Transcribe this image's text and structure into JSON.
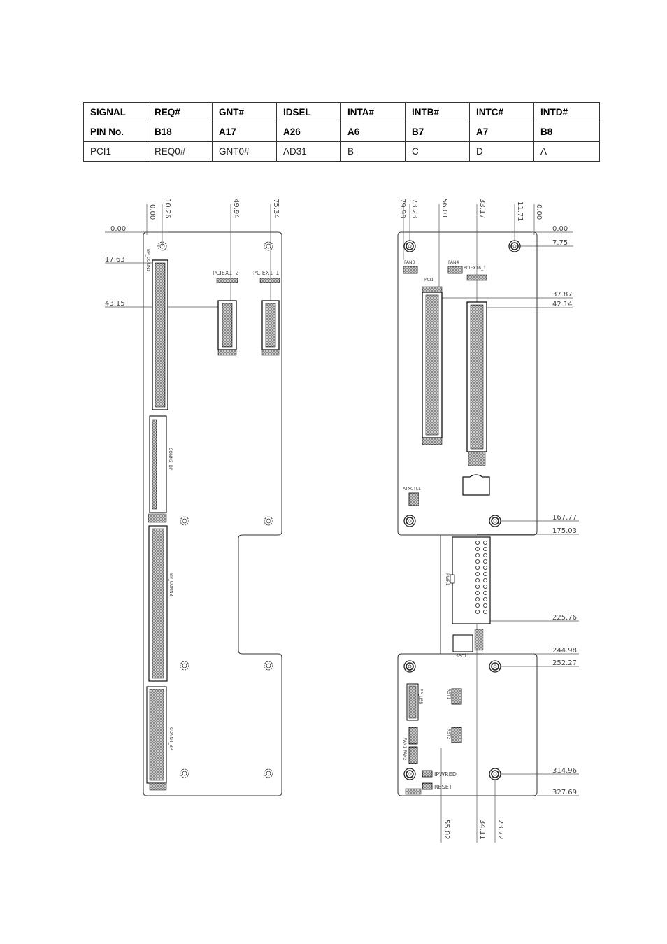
{
  "pin_table": {
    "header": [
      "SIGNAL",
      "REQ#",
      "GNT#",
      "IDSEL",
      "INTA#",
      "INTB#",
      "INTC#",
      "INTD#"
    ],
    "pin_no": [
      "PIN No.",
      "B18",
      "A17",
      "A26",
      "A6",
      "B7",
      "A7",
      "B8"
    ],
    "pci1": [
      "PCI1",
      "REQ0#",
      "GNT0#",
      "AD31",
      "B",
      "C",
      "D",
      "A"
    ]
  },
  "left_board": {
    "top_dims": [
      "0.00",
      "10.26",
      "49.94",
      "75.34"
    ],
    "side_dims": [
      "0.00",
      "17.63",
      "43.15"
    ],
    "labels": {
      "pciex1_2": "PCIEX1_2",
      "pciex1_1": "PCIEX1_1",
      "connector_1": "BP_CONN1",
      "connector_2": "CONN2_BP",
      "connector_3": "BP_CONN3",
      "connector_4": "CONN4_BP"
    }
  },
  "right_board": {
    "top_dims": [
      "79.98",
      "73.23",
      "56.01",
      "33.17",
      "11.71",
      "0.00"
    ],
    "right_dims": [
      "0.00",
      "7.75",
      "37.87",
      "42.14",
      "167.77",
      "175.03",
      "225.76",
      "244.98",
      "252.27",
      "314.96",
      "327.69"
    ],
    "bottom_dims": [
      "55.02",
      "34.11",
      "23.72"
    ],
    "labels": {
      "fan3": "FAN3",
      "fan4": "FAN4",
      "pciex16_1": "PCIEX16_1",
      "pci1": "PCI1",
      "atxctl1": "ATXCTL1",
      "pwr1": "PWR1",
      "spc1": "SPC1",
      "fp_usb": "FP_USB",
      "fan12": "FAN1 FAN2",
      "ipwred": "IPWRED",
      "reset": "RESET",
      "rst1": "RST1",
      "rst2": "RST2"
    }
  }
}
